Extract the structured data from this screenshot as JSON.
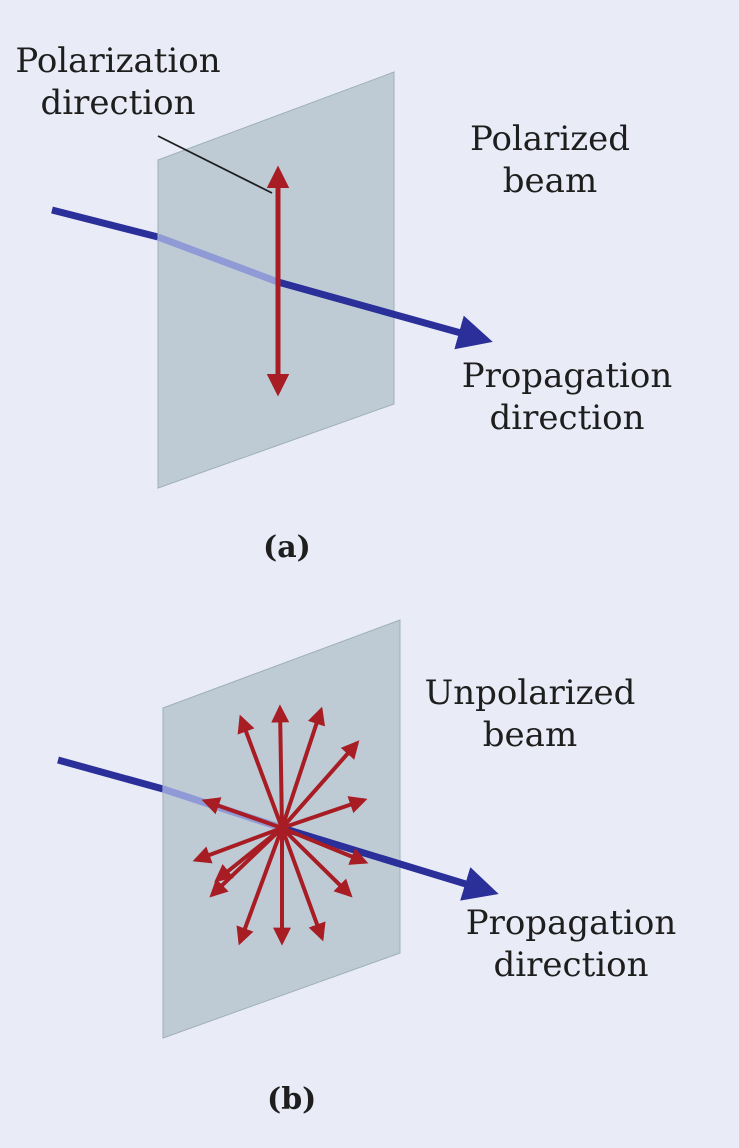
{
  "panel_a": {
    "polarization_label": [
      "Polarization",
      "direction"
    ],
    "beam_label": [
      "Polarized",
      "beam"
    ],
    "propagation_label": [
      "Propagation",
      "direction"
    ],
    "caption": "(a)"
  },
  "panel_b": {
    "beam_label": [
      "Unpolarized",
      "beam"
    ],
    "propagation_label": [
      "Propagation",
      "direction"
    ],
    "caption": "(b)"
  },
  "colors": {
    "background": "#e9ebf6",
    "plane": "#b4c3cc",
    "beam": "#2a2f9a",
    "field_arrow": "#a81c24"
  }
}
